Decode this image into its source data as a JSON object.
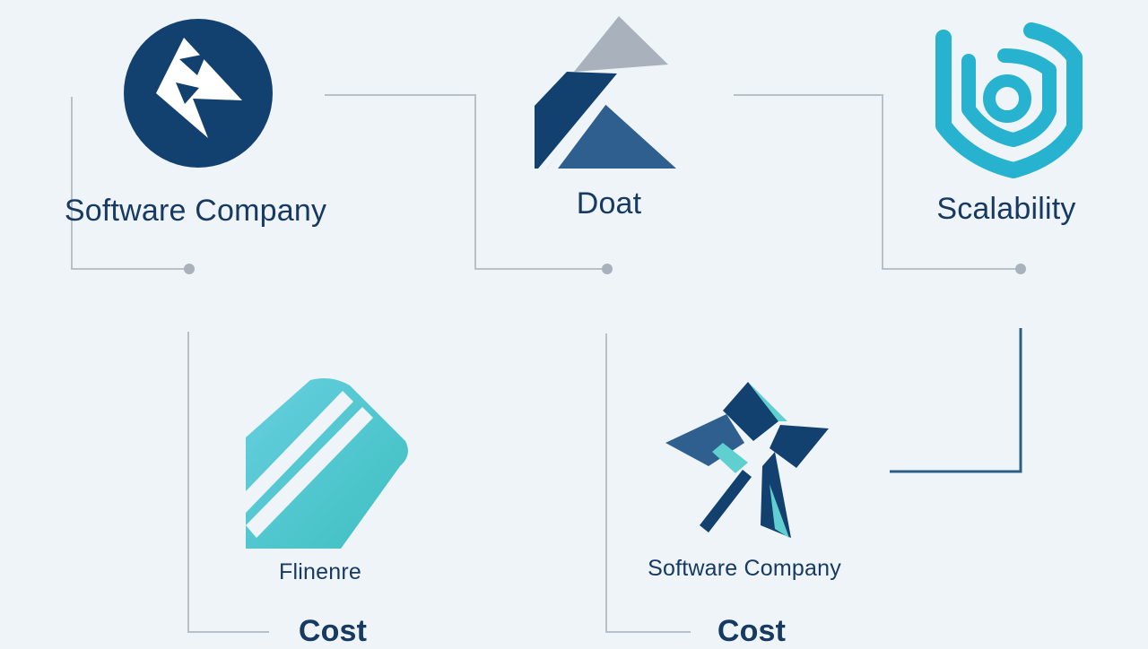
{
  "colors": {
    "background": "#eff4f9",
    "navy": "#12406f",
    "blue": "#2f5f8f",
    "gray": "#a9b2bc",
    "teal": "#27b3cf",
    "teal_light": "#5fcfcf",
    "connector": "#b8c0c8",
    "connector_dark": "#2b5f86",
    "text": "#173a63"
  },
  "nodes": [
    {
      "id": "node-1",
      "label": "Software Company",
      "icon": "arrow-circle-logo"
    },
    {
      "id": "node-2",
      "label": "Doat",
      "icon": "triangle-chevron-logo"
    },
    {
      "id": "node-3",
      "label": "Scalability",
      "icon": "shield-spiral-logo"
    },
    {
      "id": "node-4",
      "label": "Flinenre",
      "sublabel": "Cost",
      "icon": "striped-parallelogram-logo"
    },
    {
      "id": "node-5",
      "label": "Software Company",
      "sublabel": "Cost",
      "icon": "pinwheel-star-logo"
    }
  ]
}
